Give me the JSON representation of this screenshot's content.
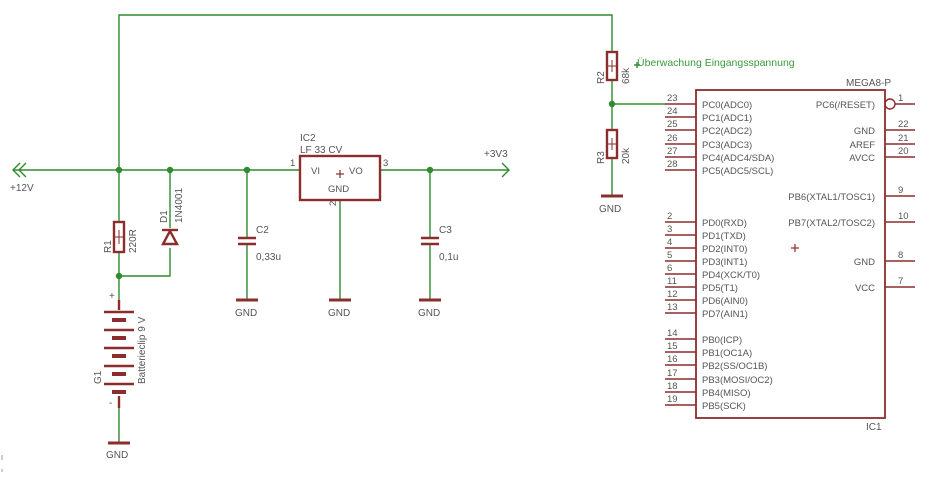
{
  "labels": {
    "in_voltage": "+12V",
    "out_voltage": "+3V3",
    "gnd": "GND",
    "monitor_note": "Überwachung Eingangsspannung"
  },
  "components": {
    "r1": {
      "name": "R1",
      "value": "220R"
    },
    "r2": {
      "name": "R2",
      "value": "68k"
    },
    "r3": {
      "name": "R3",
      "value": "20k"
    },
    "d1": {
      "name": "D1",
      "value": "1N4001"
    },
    "c2": {
      "name": "C2",
      "value": "0,33u"
    },
    "c3": {
      "name": "C3",
      "value": "0,1u"
    },
    "ic2": {
      "name": "IC2",
      "value": "LF 33 CV",
      "pin_vi": "VI",
      "pin_vo": "VO",
      "pin_gnd": "GND",
      "pin1": "1",
      "pin2": "2",
      "pin3": "3"
    },
    "g1": {
      "name": "G1",
      "value": "Batterieclip 9 V"
    },
    "ic1": {
      "name": "IC1",
      "value": "MEGA8-P"
    }
  },
  "ic1_left_pins": [
    {
      "num": "23",
      "name": "PC0(ADC0)"
    },
    {
      "num": "24",
      "name": "PC1(ADC1)"
    },
    {
      "num": "25",
      "name": "PC2(ADC2)"
    },
    {
      "num": "26",
      "name": "PC3(ADC3)"
    },
    {
      "num": "27",
      "name": "PC4(ADC4/SDA)"
    },
    {
      "num": "28",
      "name": "PC5(ADC5/SCL)"
    },
    {
      "num": "2",
      "name": "PD0(RXD)"
    },
    {
      "num": "3",
      "name": "PD1(TXD)"
    },
    {
      "num": "4",
      "name": "PD2(INT0)"
    },
    {
      "num": "5",
      "name": "PD3(INT1)"
    },
    {
      "num": "6",
      "name": "PD4(XCK/T0)"
    },
    {
      "num": "11",
      "name": "PD5(T1)"
    },
    {
      "num": "12",
      "name": "PD6(AIN0)"
    },
    {
      "num": "13",
      "name": "PD7(AIN1)"
    },
    {
      "num": "14",
      "name": "PB0(ICP)"
    },
    {
      "num": "15",
      "name": "PB1(OC1A)"
    },
    {
      "num": "16",
      "name": "PB2(SS/OC1B)"
    },
    {
      "num": "17",
      "name": "PB3(MOSI/OC2)"
    },
    {
      "num": "18",
      "name": "PB4(MISO)"
    },
    {
      "num": "19",
      "name": "PB5(SCK)"
    }
  ],
  "ic1_right_pins": [
    {
      "num": "1",
      "name": "PC6(/RESET)"
    },
    {
      "num": "22",
      "name": "GND"
    },
    {
      "num": "21",
      "name": "AREF"
    },
    {
      "num": "20",
      "name": "AVCC"
    },
    {
      "num": "9",
      "name": "PB6(XTAL1/TOSC1)"
    },
    {
      "num": "10",
      "name": "PB7(XTAL2/TOSC2)"
    },
    {
      "num": "8",
      "name": "GND"
    },
    {
      "num": "7",
      "name": "VCC"
    }
  ],
  "colors": {
    "wire": "#2e8b2e",
    "symbol": "#8b2d2d",
    "text": "#555555",
    "annotation": "#3a9a3a",
    "background": "#ffffff"
  }
}
